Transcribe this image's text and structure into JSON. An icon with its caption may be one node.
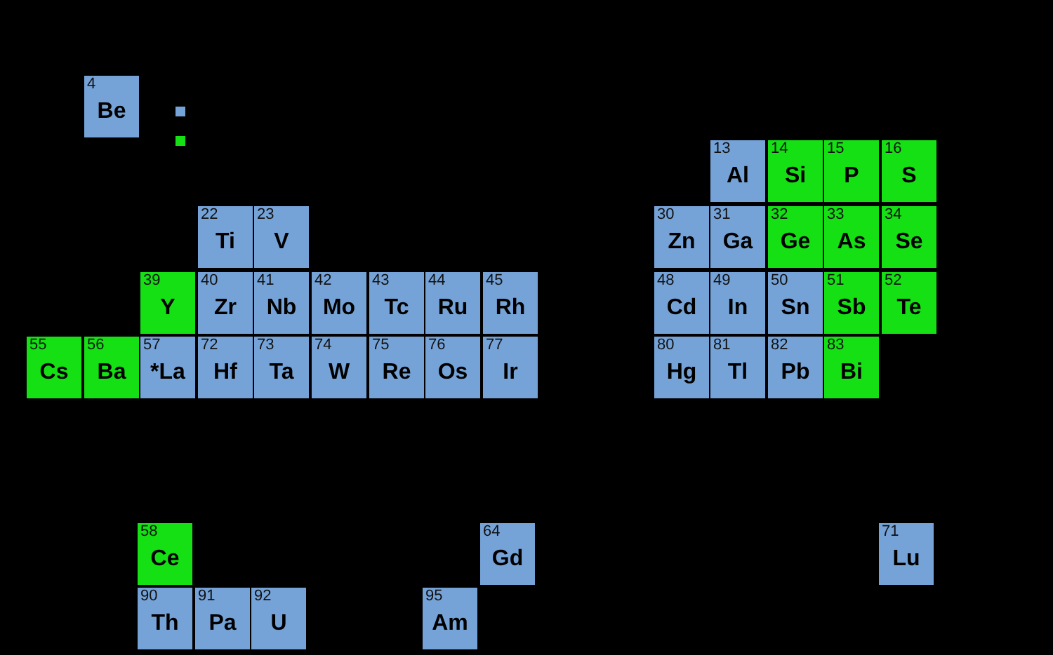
{
  "diagram": {
    "nodes": [
      {
        "text": [
          "4",
          "Be"
        ]
      },
      {
        "text": [],
        "shape": "box"
      },
      {
        "text": [],
        "shape": "box"
      },
      {
        "text": [
          "13",
          "Al"
        ]
      },
      {
        "text": [
          "14",
          "Si"
        ]
      },
      {
        "text": [
          "15",
          "P"
        ]
      },
      {
        "text": [
          "16",
          "S"
        ]
      },
      {
        "text": [
          "22",
          "Ti"
        ]
      },
      {
        "text": [
          "23",
          "V"
        ]
      },
      {
        "text": [
          "30",
          "Zn"
        ]
      },
      {
        "text": [
          "31",
          "Ga"
        ]
      },
      {
        "text": [
          "32",
          "Ge"
        ]
      },
      {
        "text": [
          "33",
          "As"
        ]
      },
      {
        "text": [
          "34",
          "Se"
        ]
      },
      {
        "text": [
          "39",
          "Y"
        ]
      },
      {
        "text": [
          "40",
          "Zr"
        ]
      },
      {
        "text": [
          "41",
          "Nb"
        ]
      },
      {
        "text": [
          "42",
          "Mo"
        ]
      },
      {
        "text": [
          "43",
          "Tc"
        ]
      },
      {
        "text": [
          "44",
          "Ru"
        ]
      },
      {
        "text": [
          "45",
          "Rh"
        ]
      },
      {
        "text": [
          "48",
          "Cd"
        ]
      },
      {
        "text": [
          "49",
          "In"
        ]
      },
      {
        "text": [
          "50",
          "Sn"
        ]
      },
      {
        "text": [
          "51",
          "Sb"
        ]
      },
      {
        "text": [
          "52",
          "Te"
        ]
      },
      {
        "text": [
          "55",
          "Cs"
        ]
      },
      {
        "text": [
          "56",
          "Ba"
        ]
      },
      {
        "text": [
          "57",
          "*La"
        ]
      },
      {
        "text": [
          "72",
          "Hf"
        ]
      },
      {
        "text": [
          "73",
          "Ta"
        ]
      },
      {
        "text": [
          "74",
          "W"
        ]
      },
      {
        "text": [
          "75",
          "Re"
        ]
      },
      {
        "text": [
          "76",
          "Os"
        ]
      },
      {
        "text": [
          "77",
          "Ir"
        ]
      },
      {
        "text": [
          "80",
          "Hg"
        ]
      },
      {
        "text": [
          "81",
          "Tl"
        ]
      },
      {
        "text": [
          "82",
          "Pb"
        ]
      },
      {
        "text": [
          "83",
          "Bi"
        ]
      },
      {
        "text": [
          "58",
          "Ce"
        ]
      },
      {
        "text": [
          "64",
          "Gd"
        ]
      },
      {
        "text": [
          "71",
          "Lu"
        ]
      },
      {
        "text": [
          "90",
          "Th"
        ]
      },
      {
        "text": [
          "91",
          "Pa"
        ]
      },
      {
        "text": [
          "92",
          "U"
        ]
      },
      {
        "text": [
          "95",
          "Am"
        ]
      }
    ]
  }
}
